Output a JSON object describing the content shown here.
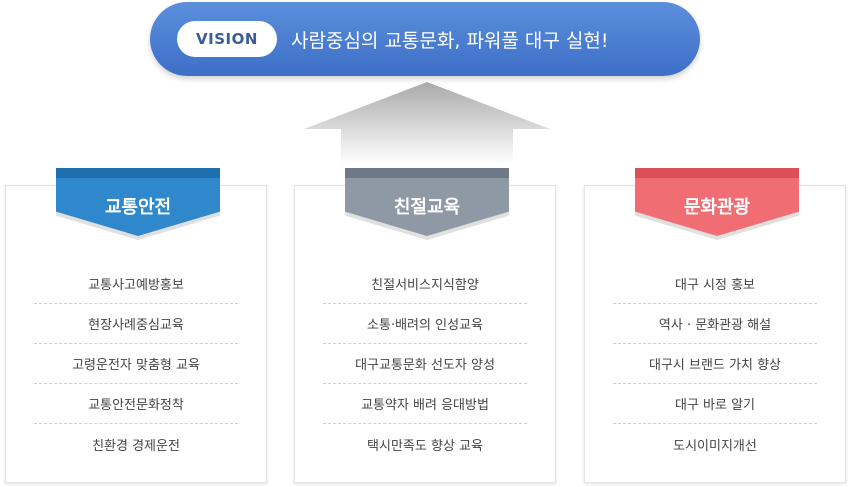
{
  "vision": {
    "tag": "VISION",
    "text": "사람중심의 교통문화, 파워풀 대구 실현!"
  },
  "colors": {
    "vision": "#4a7fd2",
    "arrow": "#a9a9a9",
    "traffic": "#2f87cc",
    "kindness": "#8f99a5",
    "culture": "#f06e73"
  },
  "cards": [
    {
      "title": "교통안전",
      "items": [
        "교통사고예방홍보",
        "현장사례중심교육",
        "고령운전자 맞춤형 교육",
        "교통안전문화정착",
        "친환경 경제운전"
      ]
    },
    {
      "title": "친절교육",
      "items": [
        "친절서비스지식함양",
        "소통·배려의 인성교육",
        "대구교통문화 선도자 양성",
        "교통약자 배려 응대방법",
        "택시만족도 향상 교육"
      ]
    },
    {
      "title": "문화관광",
      "items": [
        "대구 시정 홍보",
        "역사 · 문화관광 해설",
        "대구시 브랜드 가치 향상",
        "대구 바로 알기",
        "도시이미지개선"
      ]
    }
  ]
}
